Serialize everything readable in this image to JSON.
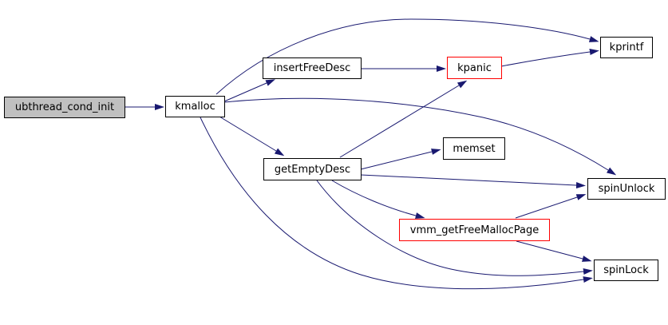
{
  "diagram": {
    "kind": "doxygen-call-graph",
    "root_function": "ubthread_cond_init",
    "colors": {
      "edge": "#191970",
      "node_border": "#000000",
      "highlight_border": "#ff0000",
      "root_fill": "#c0c0c0",
      "node_fill": "#ffffff",
      "text": "#000000",
      "background": "#ffffff"
    },
    "nodes": [
      {
        "label": "ubthread_cond_init",
        "kind": "root"
      },
      {
        "label": "kmalloc",
        "kind": "normal"
      },
      {
        "label": "insertFreeDesc",
        "kind": "normal"
      },
      {
        "label": "kpanic",
        "kind": "highlighted"
      },
      {
        "label": "kprintf",
        "kind": "normal"
      },
      {
        "label": "getEmptyDesc",
        "kind": "normal"
      },
      {
        "label": "memset",
        "kind": "normal"
      },
      {
        "label": "spinUnlock",
        "kind": "normal"
      },
      {
        "label": "vmm_getFreeMallocPage",
        "kind": "highlighted"
      },
      {
        "label": "spinLock",
        "kind": "normal"
      }
    ],
    "edges": [
      {
        "from": "ubthread_cond_init",
        "to": "kmalloc"
      },
      {
        "from": "kmalloc",
        "to": "kprintf"
      },
      {
        "from": "kmalloc",
        "to": "insertFreeDesc"
      },
      {
        "from": "kmalloc",
        "to": "spinUnlock"
      },
      {
        "from": "kmalloc",
        "to": "getEmptyDesc"
      },
      {
        "from": "kmalloc",
        "to": "spinLock"
      },
      {
        "from": "insertFreeDesc",
        "to": "kpanic"
      },
      {
        "from": "kpanic",
        "to": "kprintf"
      },
      {
        "from": "getEmptyDesc",
        "to": "kpanic"
      },
      {
        "from": "getEmptyDesc",
        "to": "memset"
      },
      {
        "from": "getEmptyDesc",
        "to": "spinUnlock"
      },
      {
        "from": "getEmptyDesc",
        "to": "vmm_getFreeMallocPage"
      },
      {
        "from": "getEmptyDesc",
        "to": "spinLock"
      },
      {
        "from": "vmm_getFreeMallocPage",
        "to": "spinUnlock"
      },
      {
        "from": "vmm_getFreeMallocPage",
        "to": "spinLock"
      }
    ]
  }
}
